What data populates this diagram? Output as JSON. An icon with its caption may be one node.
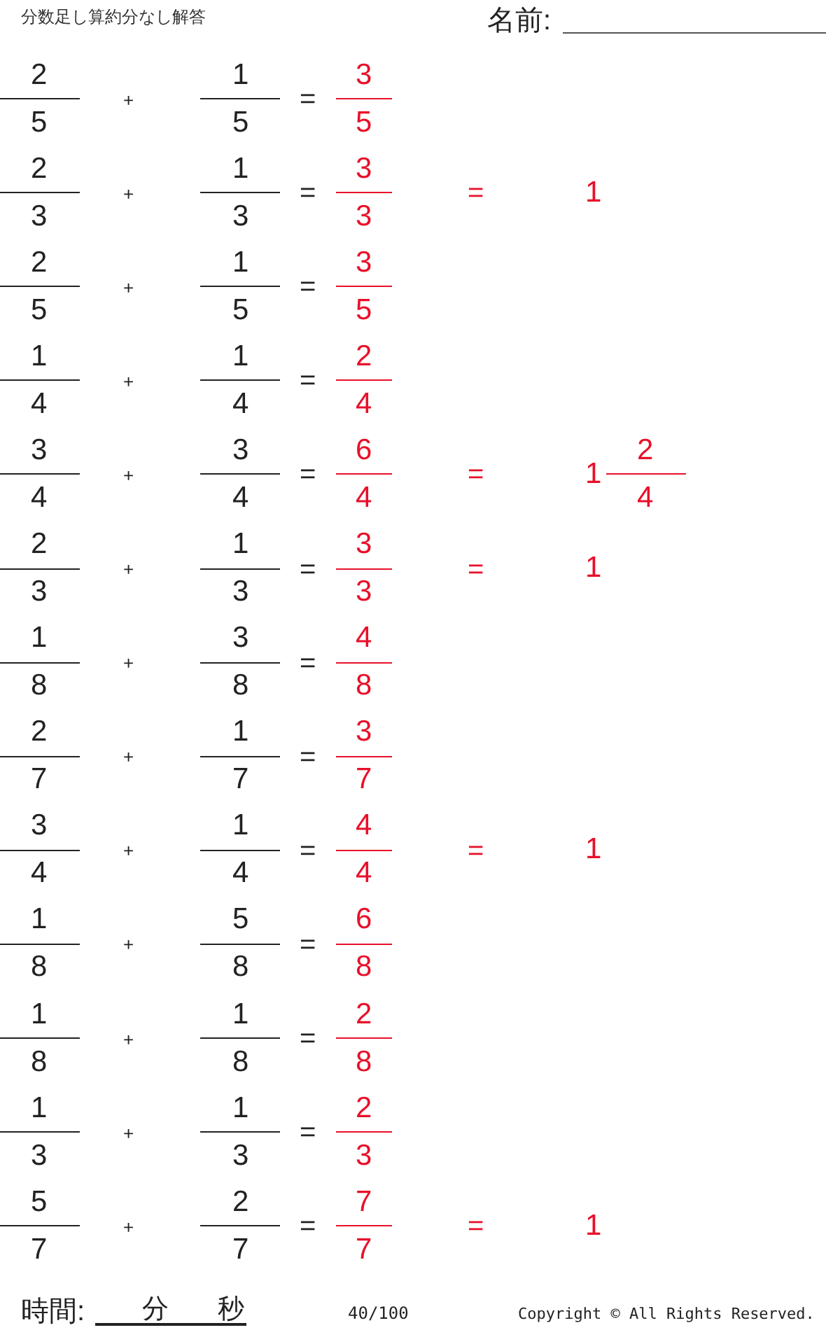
{
  "diagram": {
    "title": "分数足し算約分なし解答",
    "labels": [
      "名前:",
      "2",
      "5",
      "+",
      "1",
      "5",
      "=",
      "3",
      "5",
      "2",
      "3",
      "+",
      "1",
      "3",
      "=",
      "3",
      "3",
      "=",
      "1",
      "2",
      "5",
      "+",
      "1",
      "5",
      "=",
      "3",
      "5",
      "1",
      "4",
      "+",
      "1",
      "4",
      "=",
      "2",
      "4",
      "3",
      "4",
      "+",
      "3",
      "4",
      "=",
      "6",
      "4",
      "=",
      "1",
      "2",
      "4",
      "2",
      "3",
      "+",
      "1",
      "3",
      "=",
      "3",
      "3",
      "=",
      "1",
      "1",
      "8",
      "+",
      "3",
      "8",
      "=",
      "4",
      "8",
      "2",
      "7",
      "+",
      "1",
      "7",
      "=",
      "3",
      "7",
      "3",
      "4",
      "+",
      "1",
      "4",
      "=",
      "4",
      "4",
      "=",
      "1",
      "1",
      "8",
      "+",
      "5",
      "8",
      "=",
      "6",
      "8",
      "1",
      "8",
      "+",
      "1",
      "8",
      "=",
      "2",
      "8",
      "1",
      "3",
      "+",
      "1",
      "3",
      "=",
      "2",
      "3",
      "5",
      "7",
      "+",
      "2",
      "7",
      "=",
      "7",
      "7",
      "=",
      "1",
      "時間:",
      "分",
      "秒",
      "40/100",
      "Copyright © All Rights Reserved."
    ]
  }
}
